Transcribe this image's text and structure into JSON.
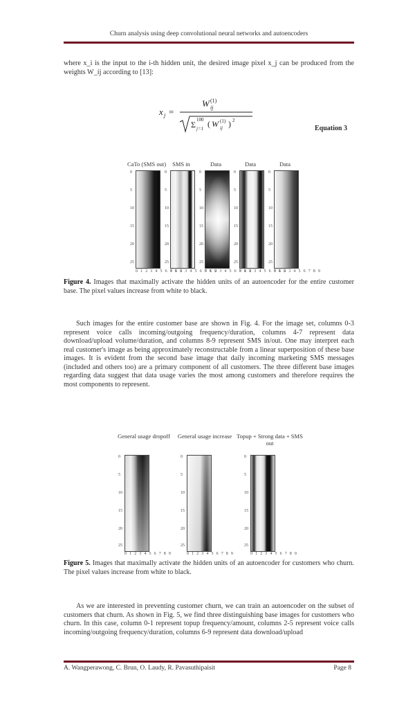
{
  "header": {
    "running_title": "Churn analysis using deep convolutional neural networks and autoencoders"
  },
  "intro_text": "where x_i is the input to the i-th hidden unit, the desired image pixel x_j can be produced from the weights W_ij according to [13]:",
  "equation": {
    "lhs": "x_j =",
    "numerator": "W_ij^(1)",
    "denominator": "√( Σ_{j=1}^{100} (W_ij^(1))² )",
    "label": "Equation 3"
  },
  "figure4": {
    "panels": [
      {
        "title": "CaTo (SMS out)"
      },
      {
        "title": "SMS in"
      },
      {
        "title": "Data"
      },
      {
        "title": "Data"
      },
      {
        "title": "Data"
      }
    ],
    "y_ticks": [
      "0",
      "5",
      "10",
      "15",
      "20",
      "25"
    ],
    "x_ticks": "0 1 2 3 4 5 6 7 8 9",
    "caption_label": "Figure 4.",
    "caption_text": "Images that maximally activate the hidden units of an autoencoder for the entire customer base. The pixel values increase from white to black."
  },
  "body_paragraph_1": "Such images for the entire customer base are shown in Fig. 4. For the image set, columns 0-3 represent voice calls incoming/outgoing frequency/duration, columns 4-7 represent data download/upload volume/duration, and columns 8-9 represent SMS in/out. One may interpret each real customer's image as being approximately reconstructable from a linear superposition of these base images. It is evident from the second base image that daily incoming marketing SMS messages (included and others too) are a primary component of all customers. The three different base images regarding data suggest that data usage varies the most among customers and therefore requires the most components to represent.",
  "figure5": {
    "panels": [
      {
        "title": "General usage dropoff"
      },
      {
        "title": "General usage increase"
      },
      {
        "title": "Topup + Strong data + SMS out"
      }
    ],
    "y_ticks": [
      "0",
      "5",
      "10",
      "15",
      "20",
      "25"
    ],
    "x_ticks": "0 1 2 3 4 5 6 7 8 9",
    "caption_label": "Figure 5.",
    "caption_text": "Images that maximally activate the hidden units of an autoencoder for customers who churn. The pixel values increase from white to black."
  },
  "body_paragraph_2": "As we are interested in preventing customer churn, we can train an autoencoder on the subset of customers that churn. As shown in Fig. 5, we find three distinguishing base images for customers who churn. In this case, column 0-1 represent topup frequency/amount, columns 2-5 represent voice calls incoming/outgoing frequency/duration, columns 6-9 represent data download/upload",
  "footer": {
    "authors": "A. Wangperawong, C. Brun, O. Laudy, R. Pavasuthipaisit",
    "page": "Page 8"
  }
}
